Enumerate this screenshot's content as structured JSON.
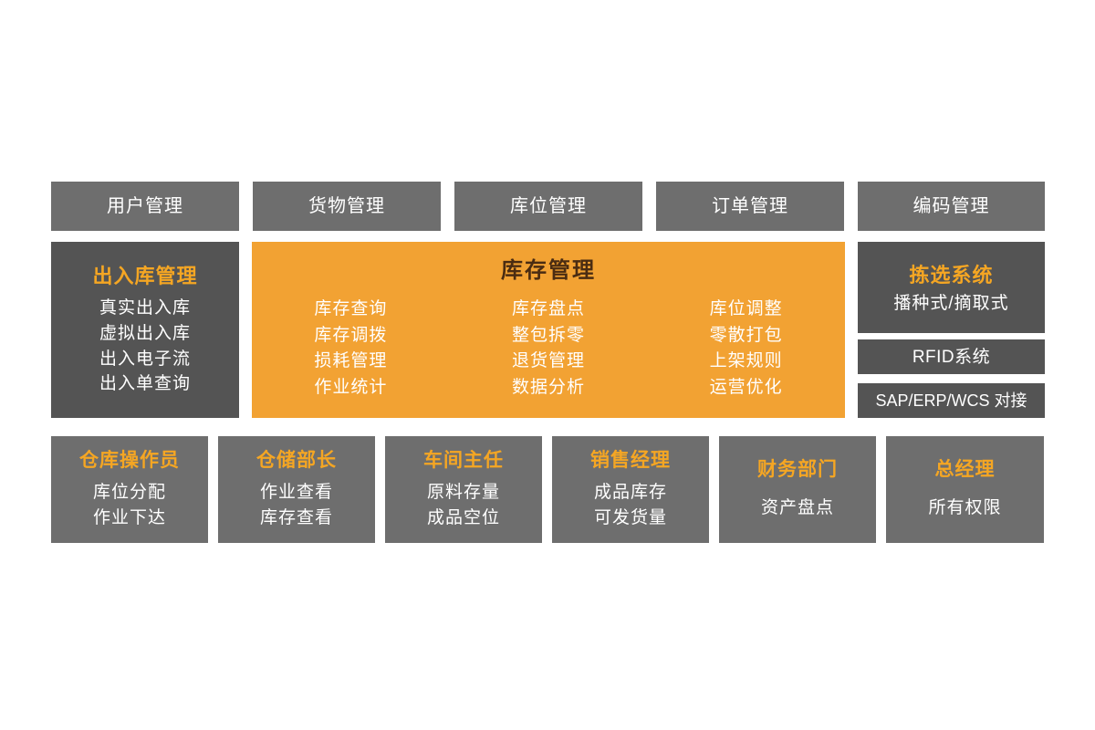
{
  "top_row": {
    "items": [
      {
        "label": "用户管理"
      },
      {
        "label": "货物管理"
      },
      {
        "label": "库位管理"
      },
      {
        "label": "订单管理"
      },
      {
        "label": "编码管理"
      }
    ]
  },
  "left_panel": {
    "title": "出入库管理",
    "items": [
      "真实出入库",
      "虚拟出入库",
      "出入电子流",
      "出入单查询"
    ]
  },
  "center_panel": {
    "title": "库存管理",
    "columns": [
      {
        "items": [
          "库存查询",
          "库存调拨",
          "损耗管理",
          "作业统计"
        ]
      },
      {
        "items": [
          "库存盘点",
          "整包拆零",
          "退货管理",
          "数据分析"
        ]
      },
      {
        "items": [
          "库位调整",
          "零散打包",
          "上架规则",
          "运营优化"
        ]
      }
    ]
  },
  "right_panel": {
    "main": {
      "title": "拣选系统",
      "items": [
        "播种式/摘取式"
      ]
    },
    "boxes": [
      {
        "label": "RFID系统"
      },
      {
        "label": "SAP/ERP/WCS 对接"
      }
    ]
  },
  "role_row": {
    "cards": [
      {
        "title": "仓库操作员",
        "items": [
          "库位分配",
          "作业下达"
        ]
      },
      {
        "title": "仓储部长",
        "items": [
          "作业查看",
          "库存查看"
        ]
      },
      {
        "title": "车间主任",
        "items": [
          "原料存量",
          "成品空位"
        ]
      },
      {
        "title": "销售经理",
        "items": [
          "成品库存",
          "可发货量"
        ]
      },
      {
        "title": "财务部门",
        "items": [
          "资产盘点"
        ]
      },
      {
        "title": "总经理",
        "items": [
          "所有权限"
        ]
      }
    ]
  },
  "colors": {
    "light_gray": "#6e6e6e",
    "dark_gray": "#545454",
    "orange": "#f2a233",
    "accent_orange": "#f5a623",
    "center_title": "#4a2c12",
    "text": "#ffffff",
    "background": "#ffffff"
  }
}
